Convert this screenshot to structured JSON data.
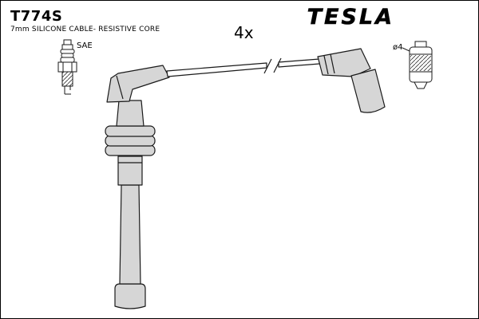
{
  "header": {
    "part_number": "T774S",
    "subtitle": "7mm SILICONE CABLE- RESISTIVE CORE",
    "brand": "TESLA"
  },
  "annotations": {
    "quantity": "4x",
    "plug_standard": "SAE",
    "terminal_diameter": "ø4"
  },
  "colors": {
    "line": "#1a1a1a",
    "part_fill": "#d6d6d6",
    "background": "#ffffff"
  }
}
